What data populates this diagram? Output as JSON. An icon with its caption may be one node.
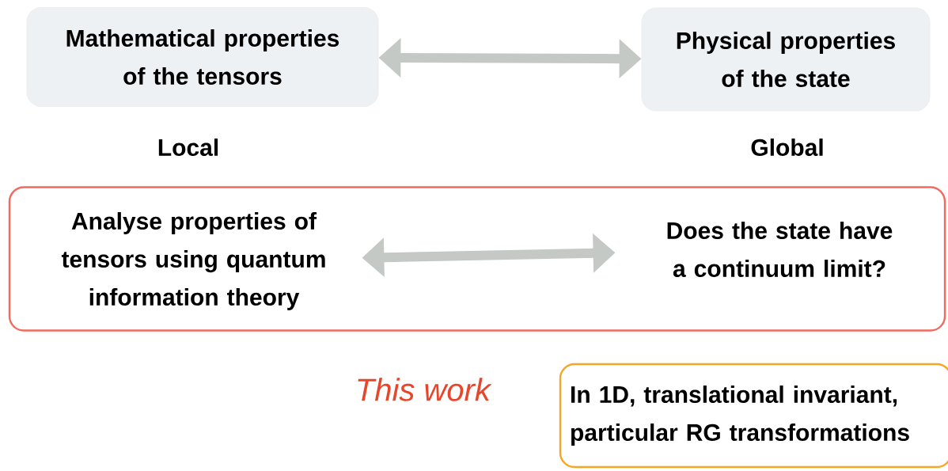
{
  "diagram": {
    "nodes": [
      {
        "text": [
          "Mathematical properties of the tensors"
        ],
        "beside": [
          "Local"
        ]
      },
      {
        "text": [
          "Physical properties of the state"
        ],
        "beside": [
          "Global"
        ]
      },
      {
        "text": [],
        "shape": "box"
      },
      {
        "text": [
          "Analyse properties of tensors using quantum information theory"
        ],
        "in": 2
      },
      {
        "text": [
          "Does the state have a continuum limit?"
        ],
        "in": 2
      },
      {
        "text": [
          "In 1D, translational invariant, particular RG transformations"
        ],
        "beside": [
          "This work"
        ]
      }
    ],
    "edges": [
      {
        "from": 0,
        "to": 1,
        "arrow": "both"
      },
      {
        "from": 3,
        "to": 4,
        "arrow": "both"
      }
    ]
  }
}
